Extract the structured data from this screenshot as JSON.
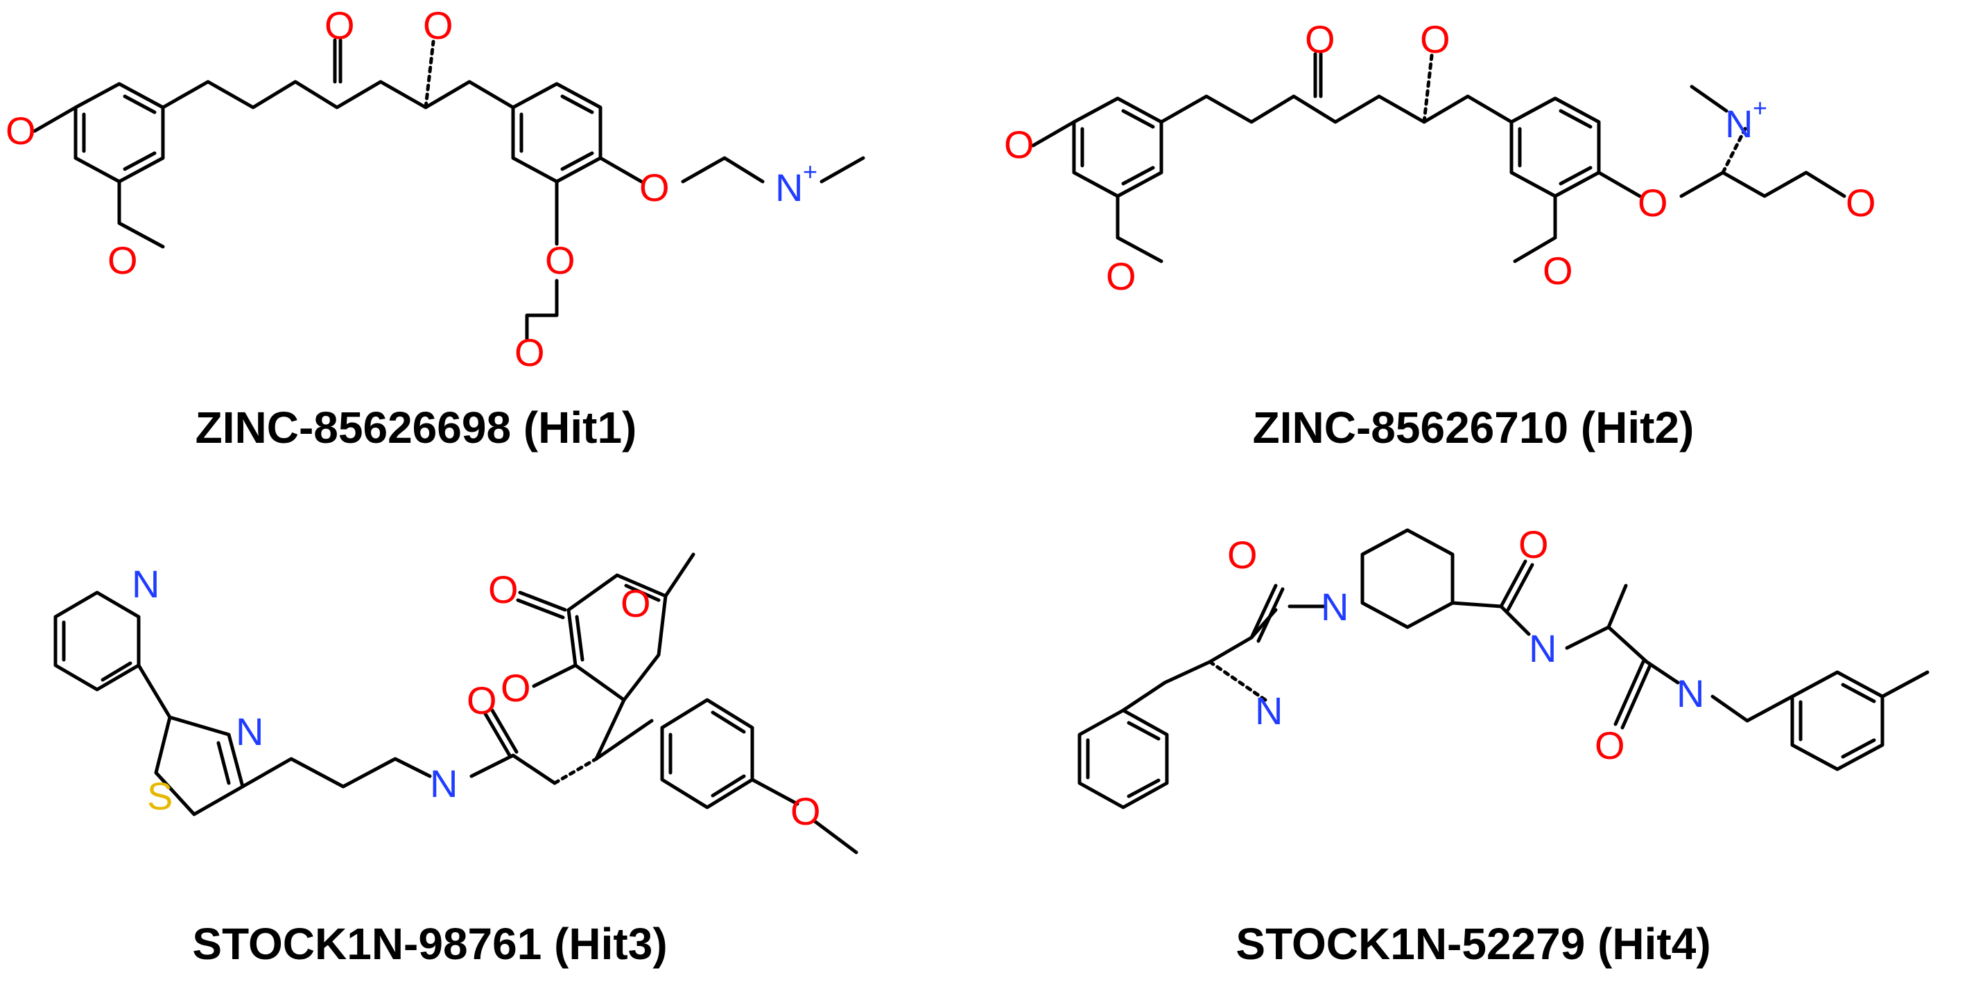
{
  "panels": [
    {
      "id": "hit1",
      "caption": "ZINC-85626698 (Hit1)"
    },
    {
      "id": "hit2",
      "caption": "ZINC-85626710 (Hit2)"
    },
    {
      "id": "hit3",
      "caption": "STOCK1N-98761 (Hit3)"
    },
    {
      "id": "hit4",
      "caption": "STOCK1N-52279 (Hit4)"
    }
  ],
  "atoms": {
    "oxygen": "O",
    "nitrogen": "N",
    "sulfur": "S",
    "plus": "+"
  },
  "colors": {
    "oxygen": "#ff0000",
    "nitrogen": "#1f3cff",
    "sulfur": "#e6b800",
    "bond": "#000000"
  }
}
